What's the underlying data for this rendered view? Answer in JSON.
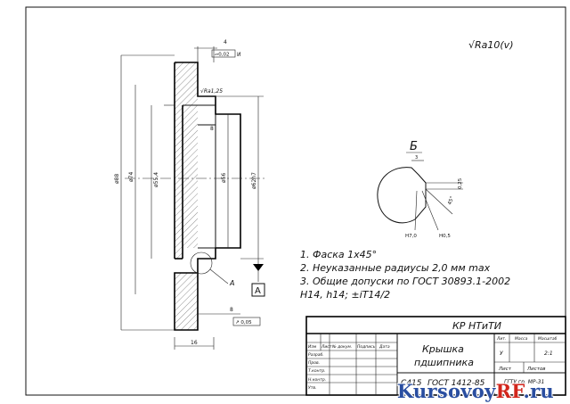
{
  "roughness_general": "√Ra10(v)",
  "tolerance_frame": "▱0,02",
  "tolerance_datum": "И",
  "dimensions": {
    "top_width": "4",
    "d88": "ø88",
    "d74": "ø74",
    "d55_4": "ø55,4",
    "d56": "ø56",
    "d62": "ø62h7",
    "bottom_width": "16",
    "shoulder": "8",
    "small_width": "8",
    "ra_face": "√Ra1,25",
    "runout_value": "↗ 0,05"
  },
  "section_letter": "А",
  "detail": {
    "title": "Б",
    "dim_top": "3",
    "dim_side": "0,25",
    "angle": "45°",
    "fit1": "Н7,0",
    "fit2": "Н0,5"
  },
  "callout_letter": "А",
  "notes": [
    "1. Фаска 1х45°",
    "2. Неуказанные радиусы 2,0 мм max",
    "3. Общие допуски по ГОСТ 30893.1-2002",
    "H14, h14; ±iT14/2"
  ],
  "title_block": {
    "doc_code": "КР НТиТИ",
    "name_line1": "Крышка",
    "name_line2": "пдшипника",
    "material_code": "С415",
    "material_std": "ГОСТ 1412-85",
    "hdr_izm": "Изм",
    "hdr_list": "Лист",
    "hdr_doc": "№ докум.",
    "hdr_sign": "Подпись",
    "hdr_date": "Дата",
    "row_razrab": "Разраб.",
    "row_prov": "Пров.",
    "row_tkontr": "Т.контр.",
    "row_nkontr": "Н.контр.",
    "row_utv": "Утв.",
    "lit_header": "Лит.",
    "mass_header": "Масса",
    "scale_header": "Масштаб",
    "lit_value": "У",
    "scale_value": "2:1",
    "sheet_label": "Лист",
    "sheets_label": "Листов",
    "org": "ГГТУ гр. МР-31"
  },
  "watermark_main": "Kursovoy",
  "watermark_accent": "RF",
  "watermark_tail": ".ru"
}
